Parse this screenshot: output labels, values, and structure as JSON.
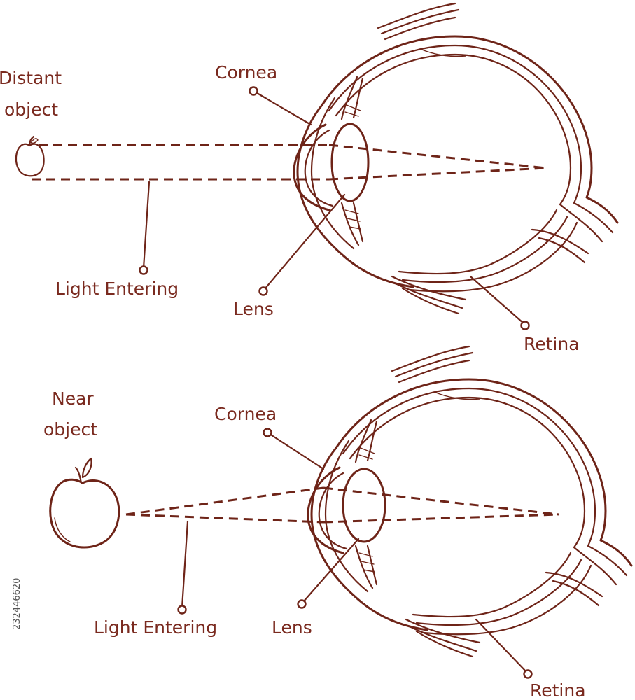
{
  "colors": {
    "ink": "#6e2418",
    "label": "#7a2a1f",
    "background": "#ffffff"
  },
  "top_panel": {
    "object_label_line1": "Distant",
    "object_label_line2": "object",
    "cornea_label": "Cornea",
    "light_label": "Light Entering",
    "lens_label": "Lens",
    "retina_label": "Retina"
  },
  "bottom_panel": {
    "object_label_line1": "Near",
    "object_label_line2": "object",
    "cornea_label": "Cornea",
    "light_label": "Light Entering",
    "lens_label": "Lens",
    "retina_label": "Retina"
  },
  "stock_id": "232446620",
  "icons": [
    "apple-icon",
    "eye-cross-section-icon"
  ]
}
